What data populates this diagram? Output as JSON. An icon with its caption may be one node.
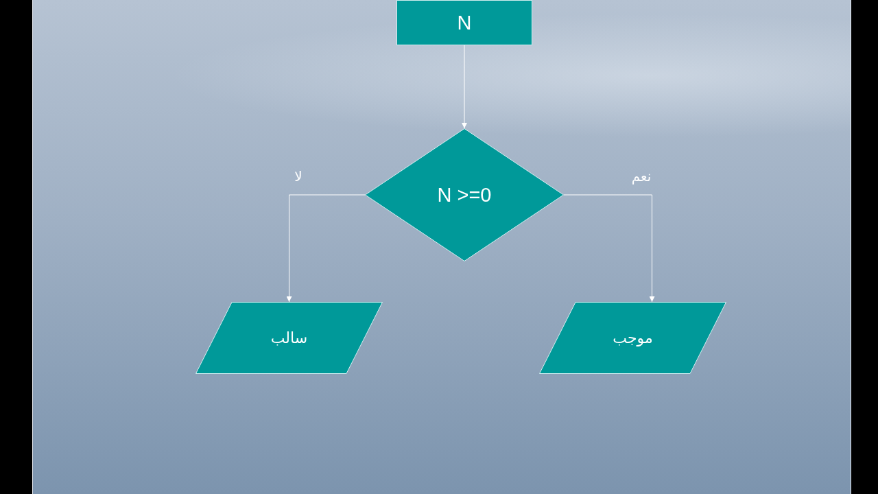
{
  "diagram": {
    "nodes": [
      {
        "text": [
          "N"
        ]
      },
      {
        "text": [
          "N >=0"
        ]
      },
      {
        "text": [
          "سالب"
        ]
      },
      {
        "text": [
          "موجب"
        ]
      }
    ],
    "edges": [
      {
        "from": 0,
        "to": 1,
        "arrow": "to"
      },
      {
        "from": 1,
        "to": 2,
        "arrow": "to",
        "label": "لا"
      },
      {
        "from": 1,
        "to": 3,
        "arrow": "to",
        "label": "نعم"
      }
    ]
  }
}
